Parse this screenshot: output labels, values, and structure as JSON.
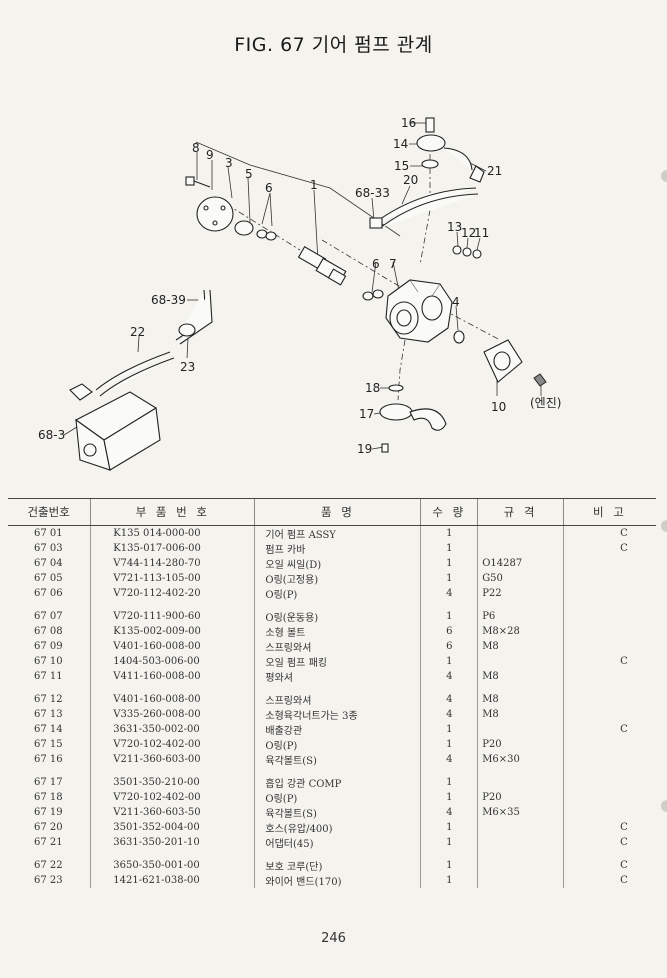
{
  "title": "FIG. 67 기어 펌프 관계",
  "diagram": {
    "callouts": [
      "16",
      "14",
      "15",
      "21",
      "20",
      "68-33",
      "8",
      "9",
      "3",
      "5",
      "6",
      "1",
      "13",
      "12",
      "11",
      "6",
      "7",
      "4",
      "68-39",
      "22",
      "23",
      "68-3",
      "18",
      "17",
      "19",
      "10",
      "(엔진)"
    ]
  },
  "table": {
    "headers": [
      "건출번호",
      "부 품 번 호",
      "품 명",
      "수 량",
      "규 격",
      "비 고"
    ],
    "groups": [
      [
        {
          "no": "67 01",
          "part": "K135 014-000-00",
          "name": "기어 펌프 ASSY",
          "qty": "1",
          "spec": "",
          "note": "C"
        },
        {
          "no": "67 03",
          "part": "K135-017-006-00",
          "name": "펌프 카바",
          "qty": "1",
          "spec": "",
          "note": "C"
        },
        {
          "no": "67 04",
          "part": "V744-114-280-70",
          "name": "오일 씨일(D)",
          "qty": "1",
          "spec": "O14287",
          "note": ""
        },
        {
          "no": "67 05",
          "part": "V721-113-105-00",
          "name": "O링(고정용)",
          "qty": "1",
          "spec": "G50",
          "note": ""
        },
        {
          "no": "67 06",
          "part": "V720-112-402-20",
          "name": "O링(P)",
          "qty": "4",
          "spec": "P22",
          "note": ""
        }
      ],
      [
        {
          "no": "67 07",
          "part": "V720-111-900-60",
          "name": "O링(운동용)",
          "qty": "1",
          "spec": "P6",
          "note": ""
        },
        {
          "no": "67 08",
          "part": "K135-002-009-00",
          "name": "소형 볼트",
          "qty": "6",
          "spec": "M8×28",
          "note": ""
        },
        {
          "no": "67 09",
          "part": "V401-160-008-00",
          "name": "스프링와셔",
          "qty": "6",
          "spec": "M8",
          "note": ""
        },
        {
          "no": "67 10",
          "part": "1404-503-006-00",
          "name": "오일 펌프 패킹",
          "qty": "1",
          "spec": "",
          "note": "C"
        },
        {
          "no": "67 11",
          "part": "V411-160-008-00",
          "name": "평와셔",
          "qty": "4",
          "spec": "M8",
          "note": ""
        }
      ],
      [
        {
          "no": "67 12",
          "part": "V401-160-008-00",
          "name": "스프링와셔",
          "qty": "4",
          "spec": "M8",
          "note": ""
        },
        {
          "no": "67 13",
          "part": "V335-260-008-00",
          "name": "소형육각너트가는 3종",
          "qty": "4",
          "spec": "M8",
          "note": ""
        },
        {
          "no": "67 14",
          "part": "3631-350-002-00",
          "name": "배출강관",
          "qty": "1",
          "spec": "",
          "note": "C"
        },
        {
          "no": "67 15",
          "part": "V720-102-402-00",
          "name": "O링(P)",
          "qty": "1",
          "spec": "P20",
          "note": ""
        },
        {
          "no": "67 16",
          "part": "V211-360-603-00",
          "name": "육각볼트(S)",
          "qty": "4",
          "spec": "M6×30",
          "note": ""
        }
      ],
      [
        {
          "no": "67 17",
          "part": "3501-350-210-00",
          "name": "흡입 강관 COMP",
          "qty": "1",
          "spec": "",
          "note": ""
        },
        {
          "no": "67 18",
          "part": "V720-102-402-00",
          "name": "O링(P)",
          "qty": "1",
          "spec": "P20",
          "note": ""
        },
        {
          "no": "67 19",
          "part": "V211-360-603-50",
          "name": "육각볼트(S)",
          "qty": "4",
          "spec": "M6×35",
          "note": ""
        },
        {
          "no": "67 20",
          "part": "3501-352-004-00",
          "name": "호스(유압/400)",
          "qty": "1",
          "spec": "",
          "note": "C"
        },
        {
          "no": "67 21",
          "part": "3631-350-201-10",
          "name": "어댑터(45)",
          "qty": "1",
          "spec": "",
          "note": "C"
        }
      ],
      [
        {
          "no": "67 22",
          "part": "3650-350-001-00",
          "name": "보호 코루(단)",
          "qty": "1",
          "spec": "",
          "note": "C"
        },
        {
          "no": "67 23",
          "part": "1421-621-038-00",
          "name": "와이어 밴드(170)",
          "qty": "1",
          "spec": "",
          "note": "C"
        }
      ]
    ]
  },
  "page_number": "246"
}
